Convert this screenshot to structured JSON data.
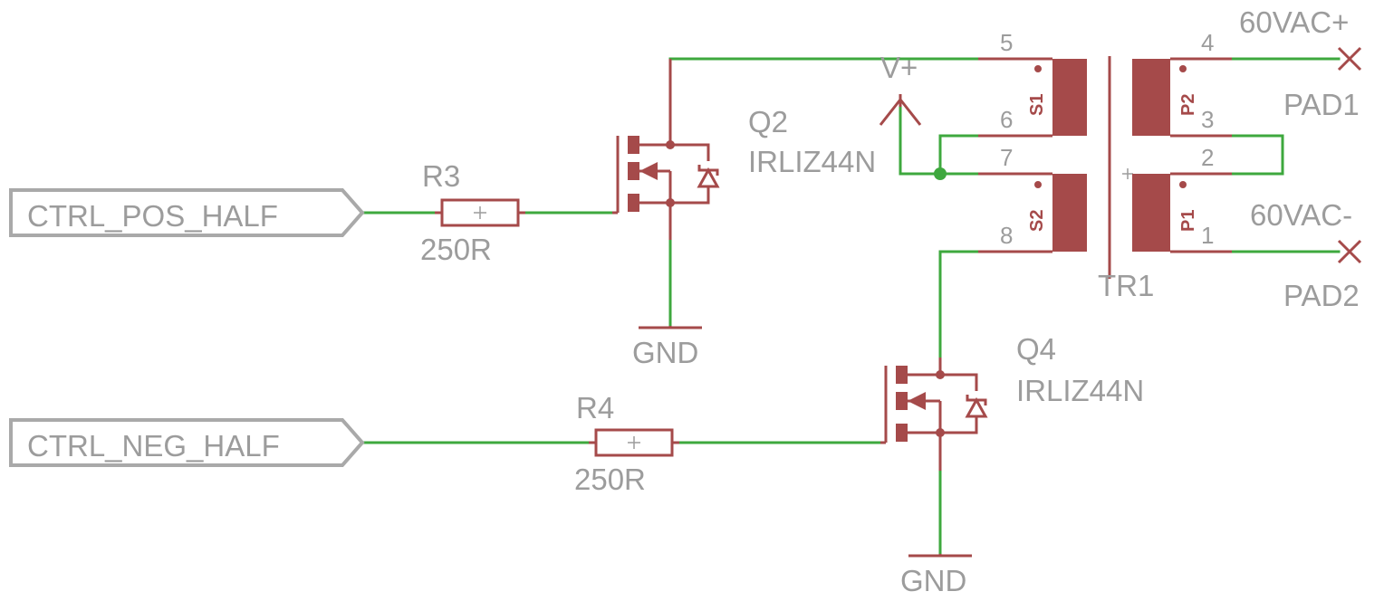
{
  "ports": {
    "pos": "CTRL_POS_HALF",
    "neg": "CTRL_NEG_HALF"
  },
  "r3": {
    "name": "R3",
    "value": "250R"
  },
  "r4": {
    "name": "R4",
    "value": "250R"
  },
  "q2": {
    "name": "Q2",
    "value": "IRLIZ44N"
  },
  "q4": {
    "name": "Q4",
    "value": "IRLIZ44N"
  },
  "gnd": {
    "top": "GND",
    "bottom": "GND"
  },
  "supply": {
    "label": "V+"
  },
  "transformer": {
    "name": "TR1",
    "windings": {
      "s1": "S1",
      "s2": "S2",
      "p1": "P1",
      "p2": "P2"
    },
    "pins": {
      "p1": "1",
      "p2": "2",
      "p3": "3",
      "p4": "4",
      "p5": "5",
      "p6": "6",
      "p7": "7",
      "p8": "8"
    }
  },
  "pads": {
    "pad1": {
      "name": "PAD1",
      "label": "60VAC+"
    },
    "pad2": {
      "name": "PAD2",
      "label": "60VAC-"
    }
  },
  "colors": {
    "wire": "#3ea83e",
    "part": "#a54a4a",
    "text": "#9c9c9c",
    "port": "#a9a9a9"
  }
}
